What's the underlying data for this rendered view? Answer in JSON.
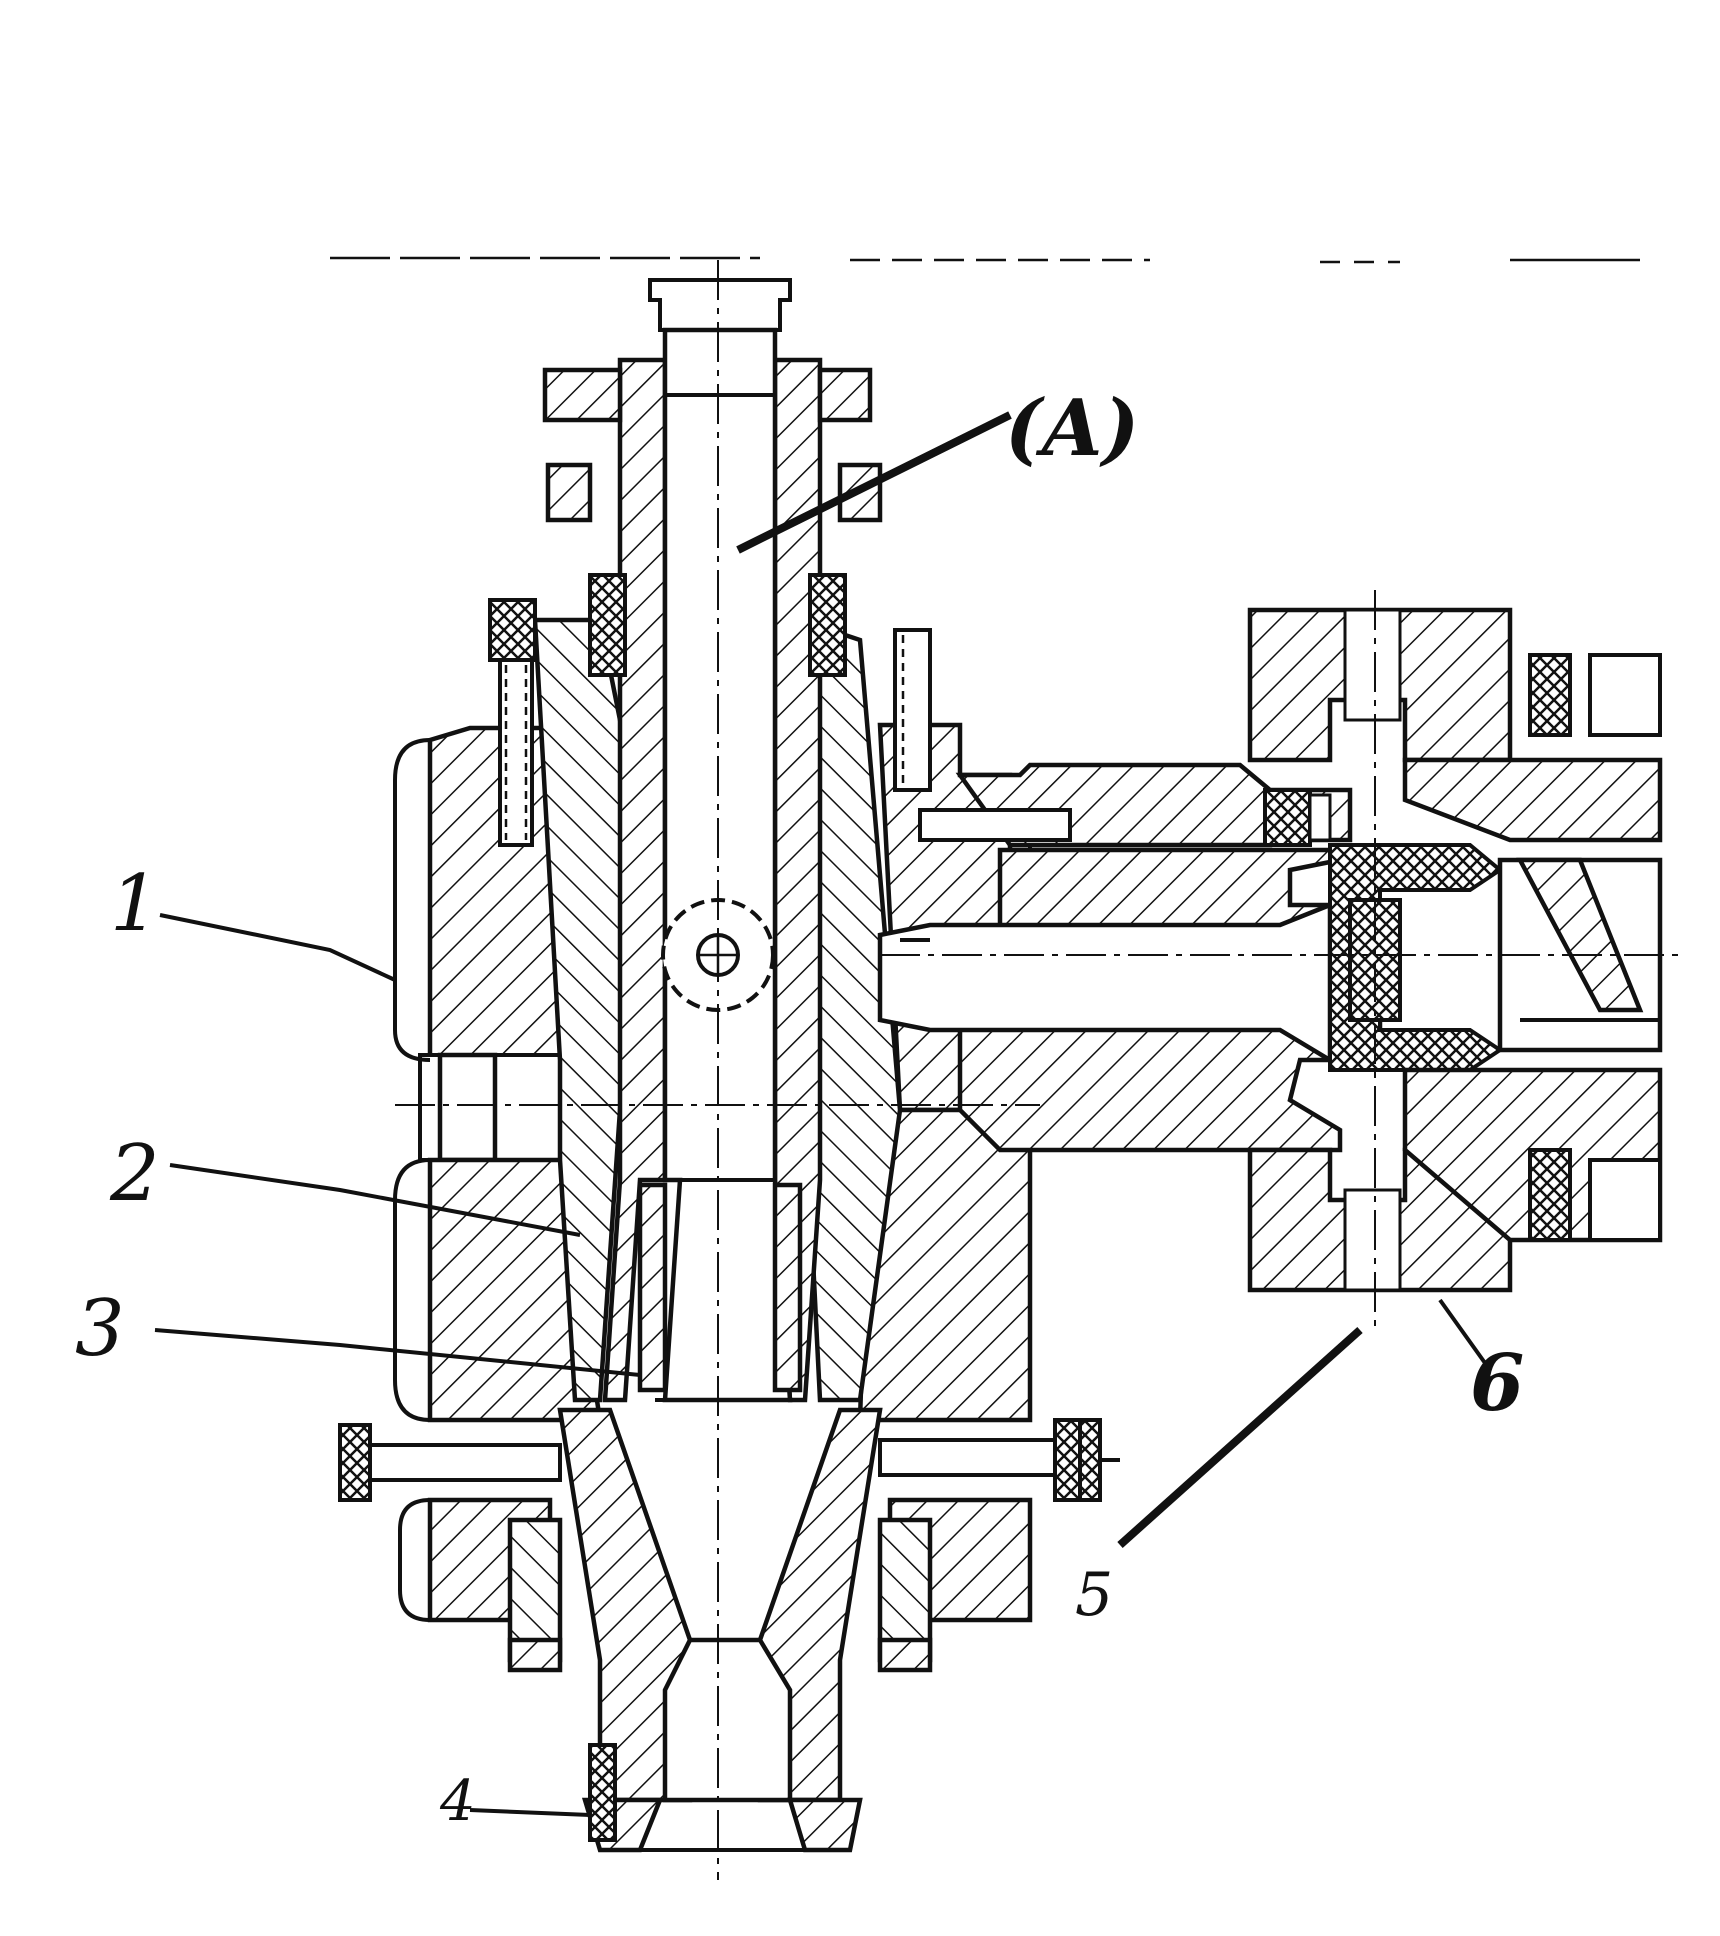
{
  "labels": {
    "a": "(A)",
    "one": "1",
    "two": "2",
    "three": "3",
    "four": "4",
    "five": "5",
    "six": "6"
  },
  "colors": {
    "ink": "#111111",
    "paper": "#ffffff"
  }
}
